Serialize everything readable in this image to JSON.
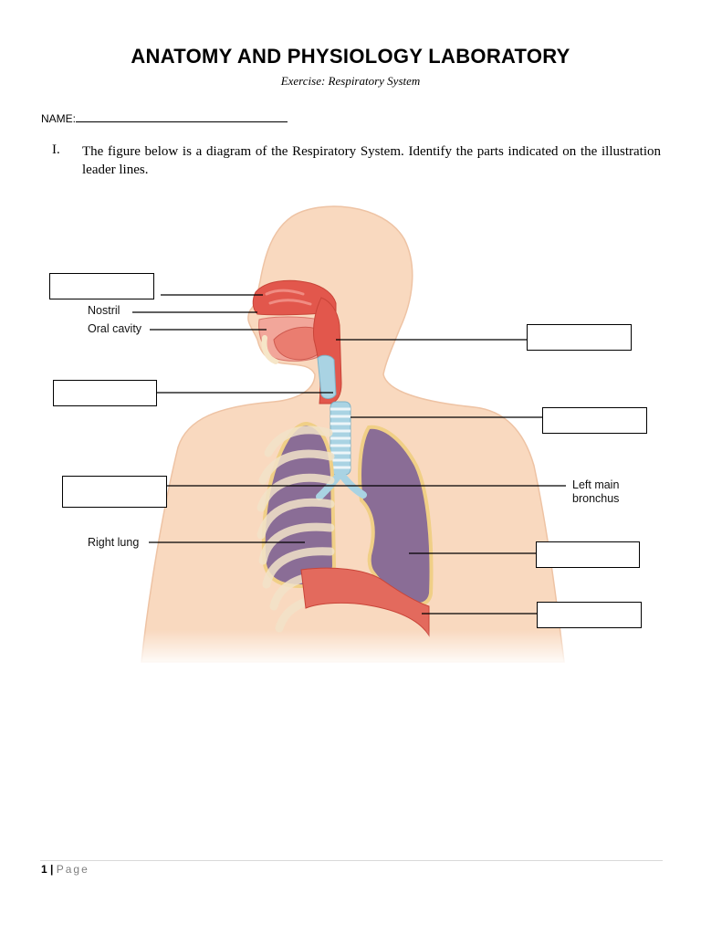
{
  "header": {
    "title": "ANATOMY AND PHYSIOLOGY LABORATORY",
    "subtitle": "Exercise: Respiratory System"
  },
  "name_field": {
    "label": "NAME:"
  },
  "question": {
    "number": "I.",
    "text": "The figure below is a diagram of the Respiratory System. Identify the parts indicated on the illustration leader lines."
  },
  "diagram_labels": {
    "nostril": "Nostril",
    "oral_cavity": "Oral cavity",
    "left_main_bronchus_line1": "Left main",
    "left_main_bronchus_line2": "bronchus",
    "right_lung": "Right lung"
  },
  "colors": {
    "skin": "#f9d9bf",
    "skin_outline": "#eec3a4",
    "airway_red": "#e2574c",
    "trachea_blue": "#a9d3e3",
    "lung_purple": "#8a6d96",
    "lung_outline": "#f0cf86",
    "diaphragm": "#e36a5d"
  },
  "footer": {
    "page_number": "1",
    "separator": "|",
    "page_word": "Page"
  }
}
